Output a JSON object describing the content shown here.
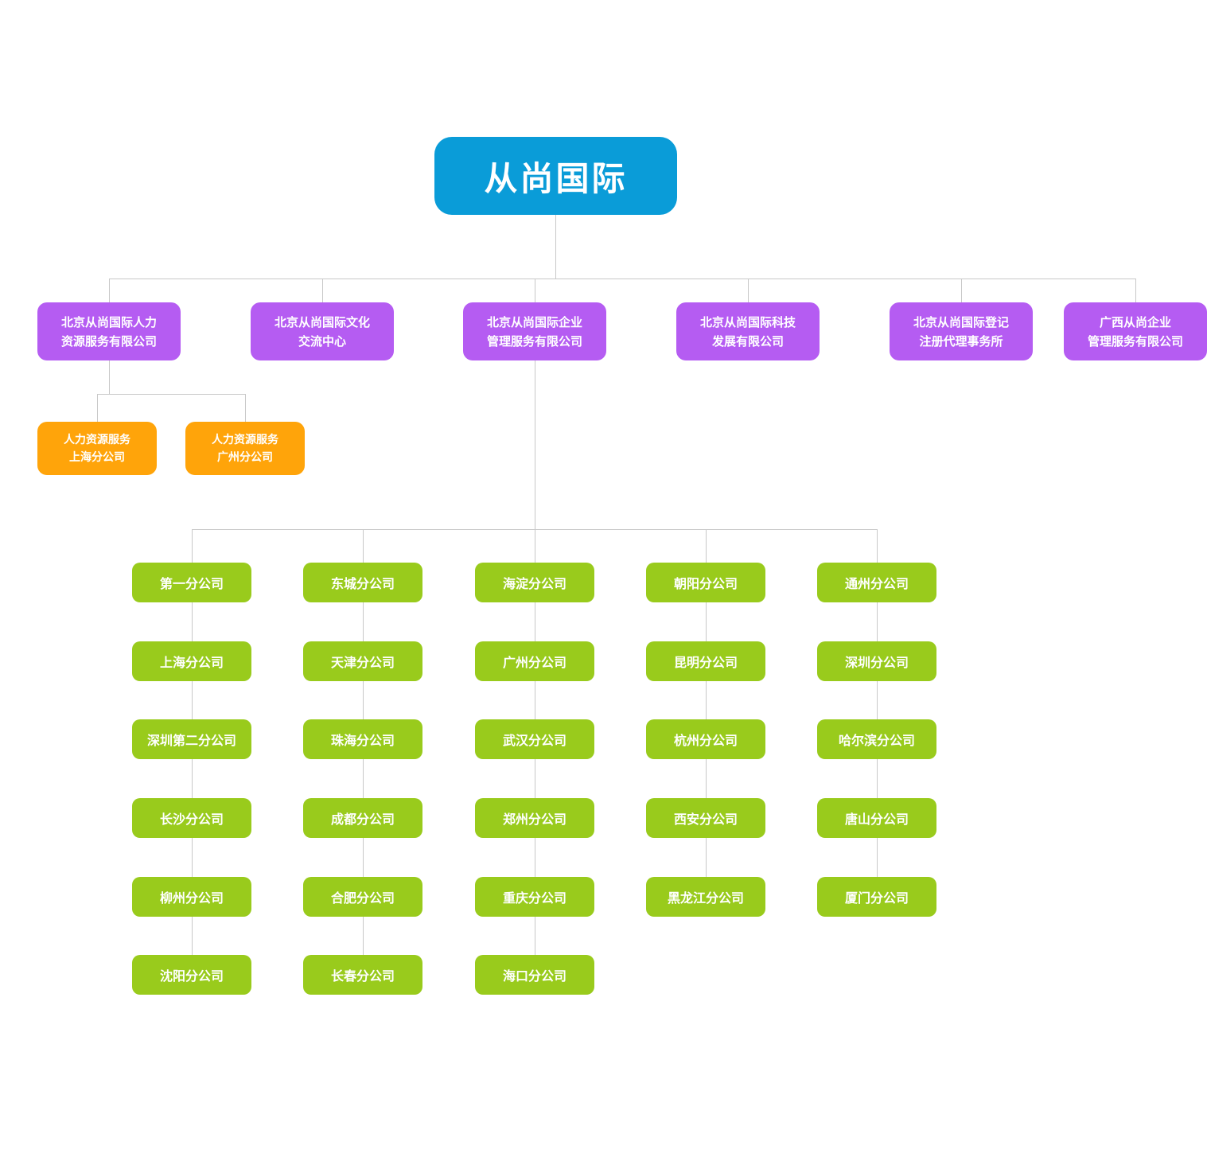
{
  "colors": {
    "root": "#0A9CD8",
    "subsidiary": "#B55CF2",
    "hr_branch": "#FFA40A",
    "branch": "#99CB1C",
    "connector": "#C8C8C8"
  },
  "root": {
    "name": "从尚国际"
  },
  "subsidiaries": [
    {
      "name": "北京从尚国际人力\n资源服务有限公司"
    },
    {
      "name": "北京从尚国际文化\n交流中心"
    },
    {
      "name": "北京从尚国际企业\n管理服务有限公司"
    },
    {
      "name": "北京从尚国际科技\n发展有限公司"
    },
    {
      "name": "北京从尚国际登记\n注册代理事务所"
    },
    {
      "name": "广西从尚企业\n管理服务有限公司"
    }
  ],
  "hr_branches": [
    {
      "name": "人力资源服务\n上海分公司"
    },
    {
      "name": "人力资源服务\n广州分公司"
    }
  ],
  "branch_columns": [
    {
      "branches": [
        "第一分公司",
        "上海分公司",
        "深圳第二分公司",
        "长沙分公司",
        "柳州分公司",
        "沈阳分公司"
      ]
    },
    {
      "branches": [
        "东城分公司",
        "天津分公司",
        "珠海分公司",
        "成都分公司",
        "合肥分公司",
        "长春分公司"
      ]
    },
    {
      "branches": [
        "海淀分公司",
        "广州分公司",
        "武汉分公司",
        "郑州分公司",
        "重庆分公司",
        "海口分公司"
      ]
    },
    {
      "branches": [
        "朝阳分公司",
        "昆明分公司",
        "杭州分公司",
        "西安分公司",
        "黑龙江分公司"
      ]
    },
    {
      "branches": [
        "通州分公司",
        "深圳分公司",
        "哈尔滨分公司",
        "唐山分公司",
        "厦门分公司"
      ]
    }
  ]
}
